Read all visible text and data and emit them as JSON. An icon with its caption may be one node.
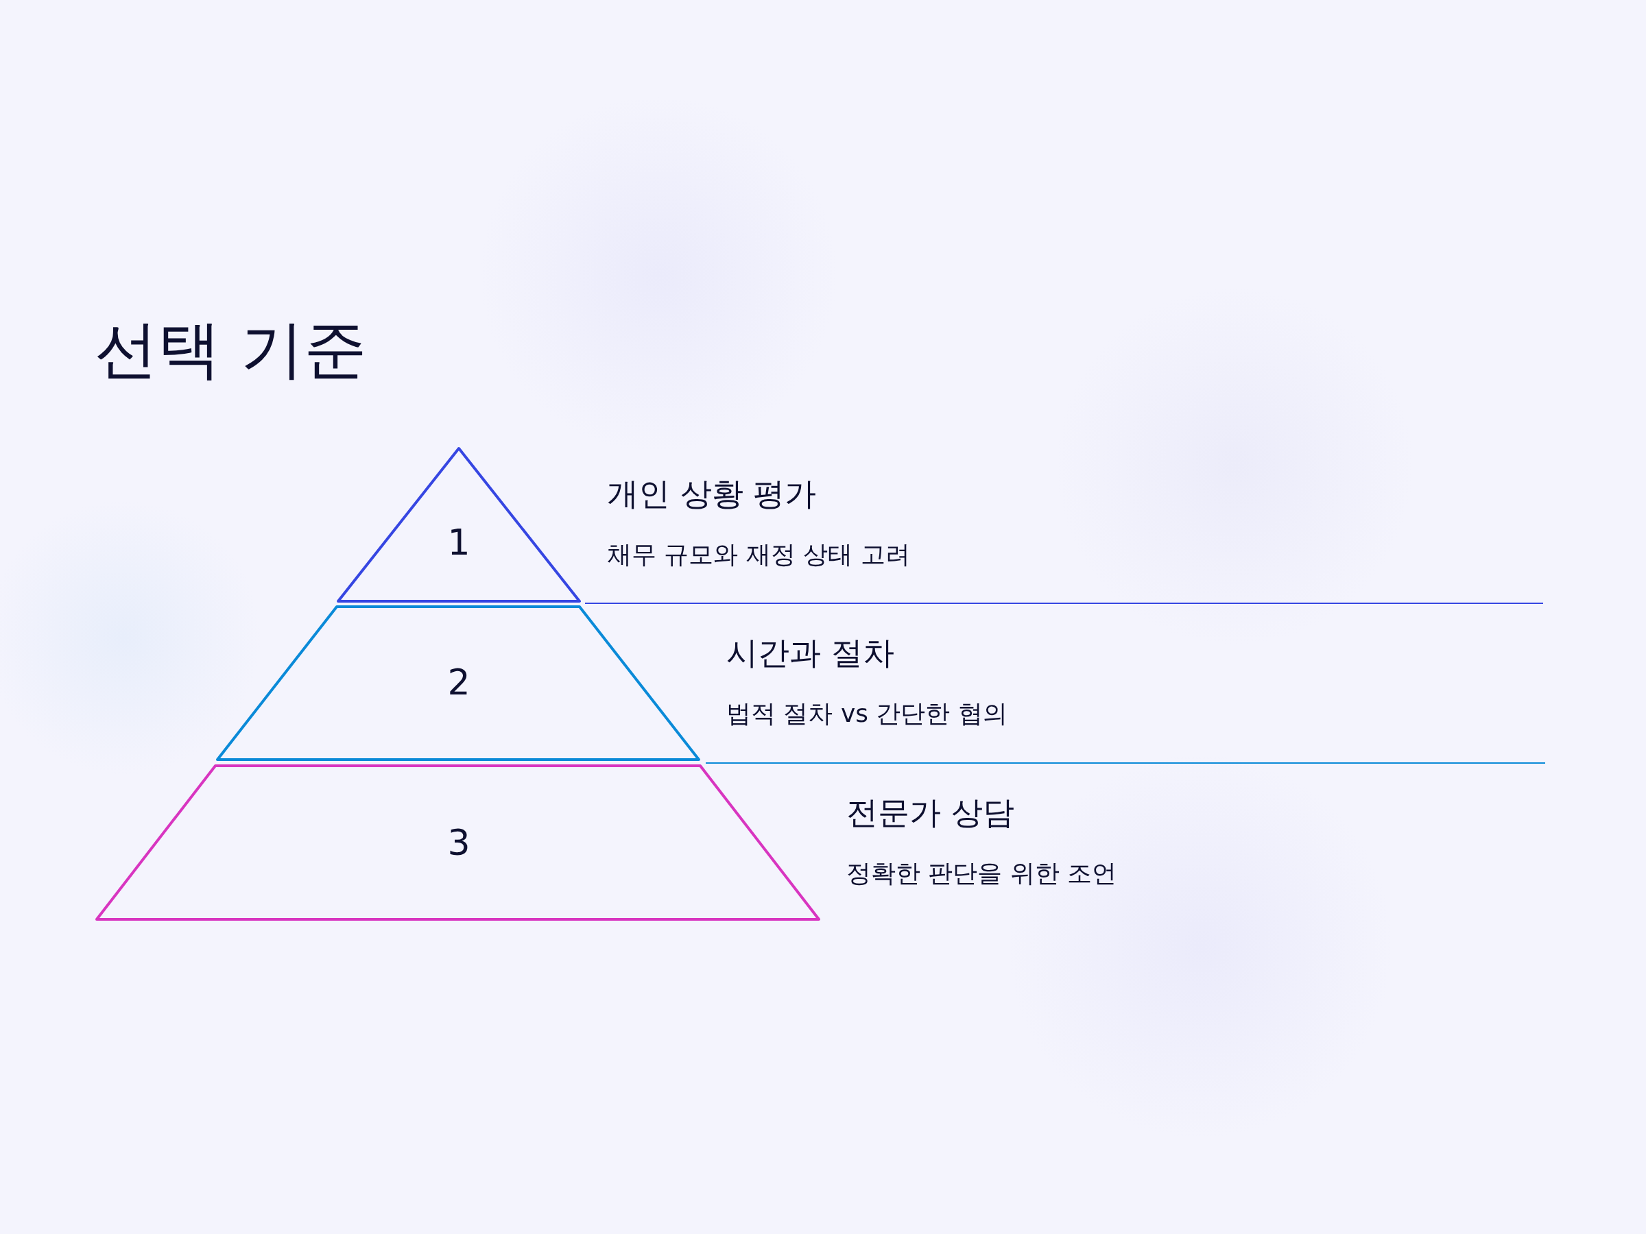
{
  "diagram": {
    "title": "선택 기준",
    "nodes": [
      {
        "text": [
          "1"
        ],
        "beside": [
          "개인 상황 평가",
          "채무 규모와 재정 상태 고려"
        ]
      },
      {
        "text": [
          "2"
        ],
        "beside": [
          "시간과 절차",
          "법적 절차 vs 간단한 협의"
        ]
      },
      {
        "text": [
          "3"
        ],
        "beside": [
          "전문가 상담",
          "정확한 판단을 위한 조언"
        ]
      }
    ]
  }
}
